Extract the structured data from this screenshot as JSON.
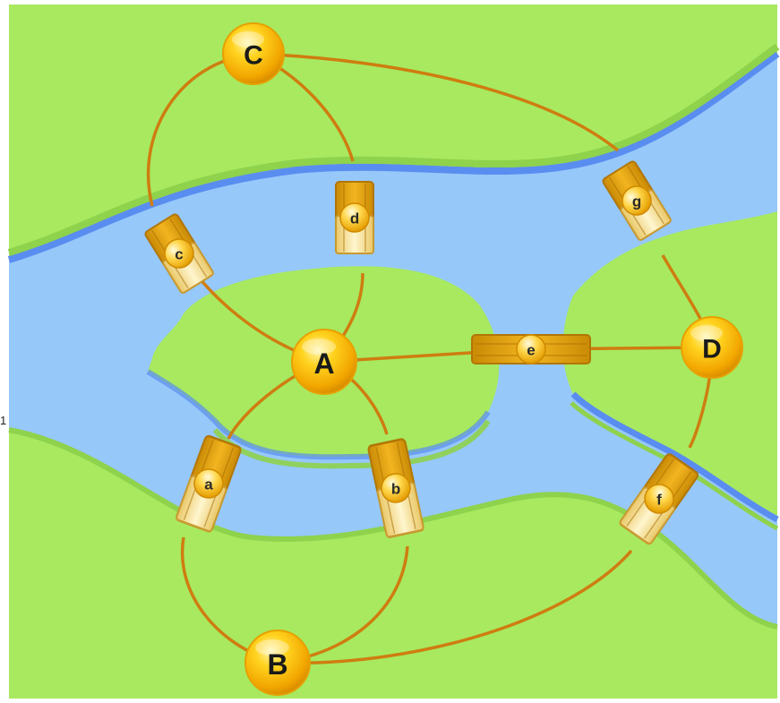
{
  "nodes": [
    {
      "id": "C",
      "label": "C"
    },
    {
      "id": "A",
      "label": "A"
    },
    {
      "id": "D",
      "label": "D"
    },
    {
      "id": "B",
      "label": "B"
    }
  ],
  "bridges": [
    {
      "id": "a",
      "label": "a",
      "connects": [
        "A",
        "B"
      ]
    },
    {
      "id": "b",
      "label": "b",
      "connects": [
        "A",
        "B"
      ]
    },
    {
      "id": "c",
      "label": "c",
      "connects": [
        "A",
        "C"
      ]
    },
    {
      "id": "d",
      "label": "d",
      "connects": [
        "A",
        "C"
      ]
    },
    {
      "id": "e",
      "label": "e",
      "connects": [
        "A",
        "D"
      ]
    },
    {
      "id": "f",
      "label": "f",
      "connects": [
        "B",
        "D"
      ]
    },
    {
      "id": "g",
      "label": "g",
      "connects": [
        "C",
        "D"
      ]
    }
  ],
  "stray_text": "1",
  "colors": {
    "land": "#a8e960",
    "land_shadow": "#8fd24c",
    "river": "#96c8fa",
    "river_edge": "#5a8df0",
    "path": "#cf7d10",
    "node": "#f7b500",
    "bridge": "#e7a50e"
  }
}
